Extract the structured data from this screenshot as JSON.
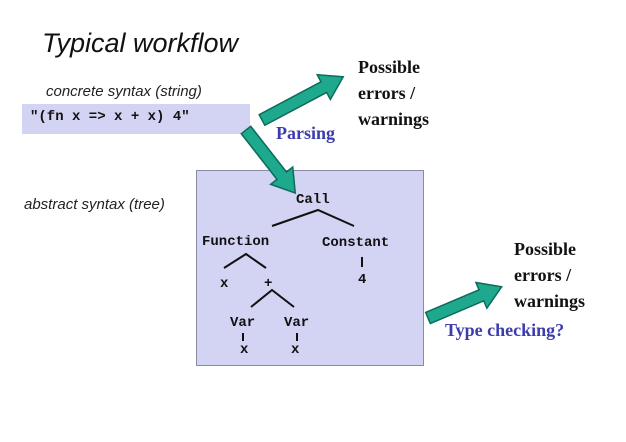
{
  "title": "Typical workflow",
  "concrete_label": "concrete syntax (string)",
  "concrete_code": "\"(fn x => x + x) 4\"",
  "abstract_label": "abstract syntax (tree)",
  "errors_top": [
    "Possible",
    "errors /",
    "warnings"
  ],
  "errors_right": [
    "Possible",
    "errors /",
    "warnings"
  ],
  "parsing_label": "Parsing",
  "typecheck_label": "Type checking?",
  "tree": {
    "call": "Call",
    "function": "Function",
    "constant": "Constant",
    "four": "4",
    "x_param": "x",
    "plus": "+",
    "var1": "Var",
    "var2": "Var",
    "x1": "x",
    "x2": "x"
  },
  "colors": {
    "arrow_fill": "#1ea98f",
    "arrow_stroke": "#0d6b5a",
    "box_fill": "#d3d3f3",
    "label_blue": "#3c3cae"
  }
}
